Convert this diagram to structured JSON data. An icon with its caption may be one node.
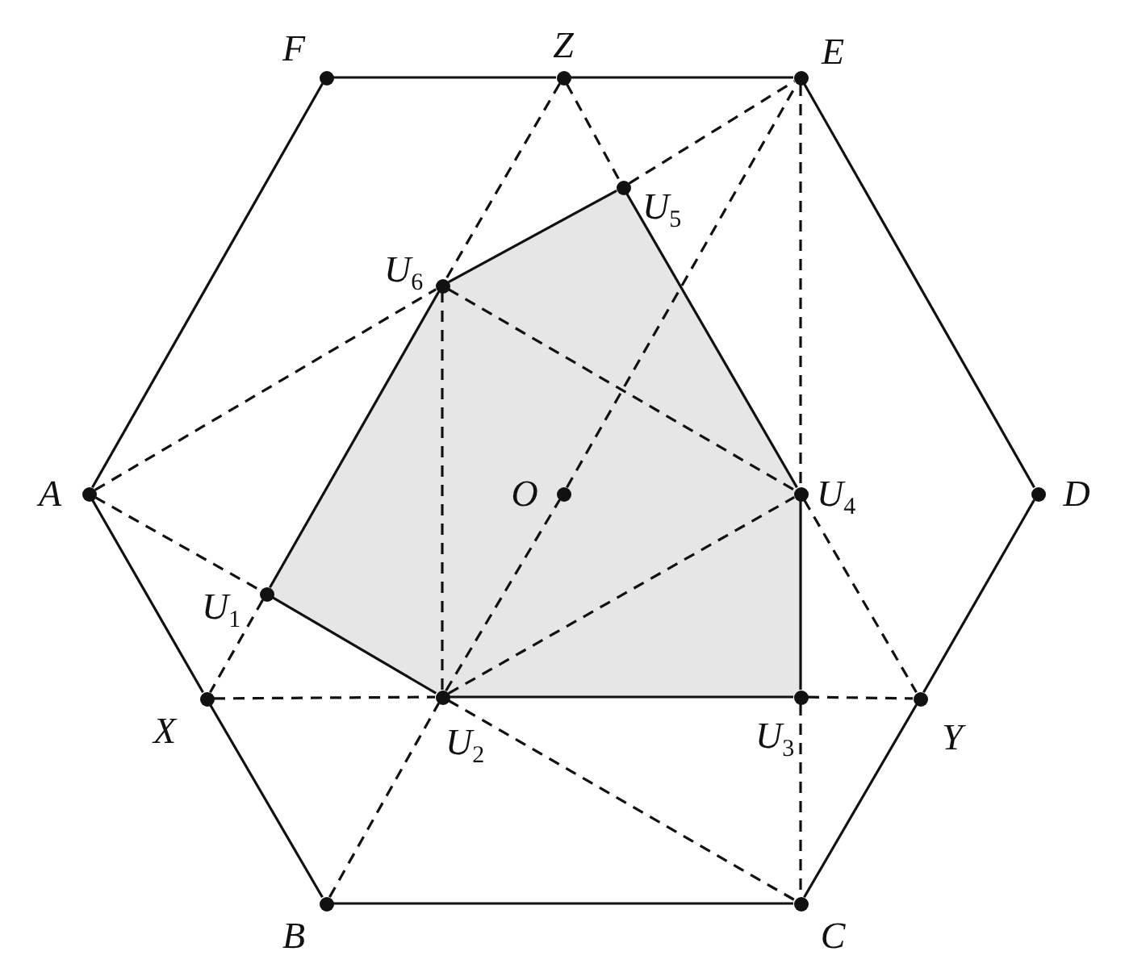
{
  "diagram": {
    "nodes": [
      {
        "text": [],
        "shape": "circle",
        "beside": [
          "A"
        ]
      },
      {
        "text": [],
        "shape": "circle",
        "beside": [
          "F"
        ]
      },
      {
        "text": [],
        "shape": "circle",
        "beside": [
          "Z"
        ]
      },
      {
        "text": [],
        "shape": "circle",
        "beside": [
          "E"
        ]
      },
      {
        "text": [],
        "shape": "circle",
        "beside": [
          "D"
        ]
      },
      {
        "text": [],
        "shape": "circle",
        "beside": [
          "Y"
        ]
      },
      {
        "text": [],
        "shape": "circle",
        "beside": [
          "C"
        ]
      },
      {
        "text": [],
        "shape": "circle",
        "beside": [
          "B"
        ]
      },
      {
        "text": [],
        "shape": "circle",
        "beside": [
          "X"
        ]
      },
      {
        "text": [],
        "shape": "circle",
        "beside": [
          "U$_{1}$"
        ]
      },
      {
        "text": [],
        "shape": "circle",
        "beside": [
          "U$_{2}$"
        ]
      },
      {
        "text": [],
        "shape": "circle",
        "beside": [
          "U$_{3}$"
        ]
      },
      {
        "text": [],
        "shape": "circle",
        "beside": [
          "U$_{4}$"
        ]
      },
      {
        "text": [],
        "shape": "circle",
        "beside": [
          "U$_{5}$"
        ]
      },
      {
        "text": [],
        "shape": "circle",
        "beside": [
          "U$_{6}$"
        ]
      },
      {
        "text": [],
        "shape": "circle",
        "beside": [
          "O"
        ]
      }
    ],
    "edges": [
      {
        "from": 0,
        "to": 1,
        "arrow": "none"
      },
      {
        "from": 1,
        "to": 2,
        "arrow": "none"
      },
      {
        "from": 2,
        "to": 3,
        "arrow": "none"
      },
      {
        "from": 3,
        "to": 4,
        "arrow": "none"
      },
      {
        "from": 4,
        "to": 5,
        "arrow": "none"
      },
      {
        "from": 5,
        "to": 6,
        "arrow": "none"
      },
      {
        "from": 6,
        "to": 7,
        "arrow": "none"
      },
      {
        "from": 7,
        "to": 8,
        "arrow": "none"
      },
      {
        "from": 8,
        "to": 0,
        "arrow": "none"
      },
      {
        "from": 9,
        "to": 10,
        "arrow": "none"
      },
      {
        "from": 10,
        "to": 11,
        "arrow": "none"
      },
      {
        "from": 11,
        "to": 12,
        "arrow": "none"
      },
      {
        "from": 12,
        "to": 13,
        "arrow": "none"
      },
      {
        "from": 13,
        "to": 14,
        "arrow": "none"
      },
      {
        "from": 14,
        "to": 9,
        "arrow": "none"
      },
      {
        "from": 2,
        "to": 14,
        "arrow": "none",
        "style": "dashed"
      },
      {
        "from": 9,
        "to": 8,
        "arrow": "none",
        "style": "dashed"
      },
      {
        "from": 2,
        "to": 13,
        "arrow": "none",
        "style": "dashed"
      },
      {
        "from": 12,
        "to": 5,
        "arrow": "none",
        "style": "dashed"
      },
      {
        "from": 0,
        "to": 14,
        "arrow": "none",
        "style": "dashed"
      },
      {
        "from": 13,
        "to": 3,
        "arrow": "none",
        "style": "dashed"
      },
      {
        "from": 0,
        "to": 9,
        "arrow": "none",
        "style": "dashed"
      },
      {
        "from": 10,
        "to": 6,
        "arrow": "none",
        "style": "dashed"
      },
      {
        "from": 3,
        "to": 12,
        "arrow": "none",
        "style": "dashed"
      },
      {
        "from": 11,
        "to": 6,
        "arrow": "none",
        "style": "dashed"
      },
      {
        "from": 8,
        "to": 10,
        "arrow": "none",
        "style": "dashed"
      },
      {
        "from": 11,
        "to": 5,
        "arrow": "none",
        "style": "dashed"
      },
      {
        "from": 7,
        "to": 10,
        "arrow": "none",
        "style": "dashed"
      },
      {
        "from": 10,
        "to": 15,
        "arrow": "none",
        "style": "dashed"
      },
      {
        "from": 15,
        "to": 3,
        "arrow": "none",
        "style": "dashed"
      },
      {
        "from": 10,
        "to": 14,
        "arrow": "none",
        "style": "dashed"
      },
      {
        "from": 14,
        "to": 12,
        "arrow": "none",
        "style": "dashed"
      },
      {
        "from": 10,
        "to": 12,
        "arrow": "none",
        "style": "dashed"
      }
    ]
  }
}
